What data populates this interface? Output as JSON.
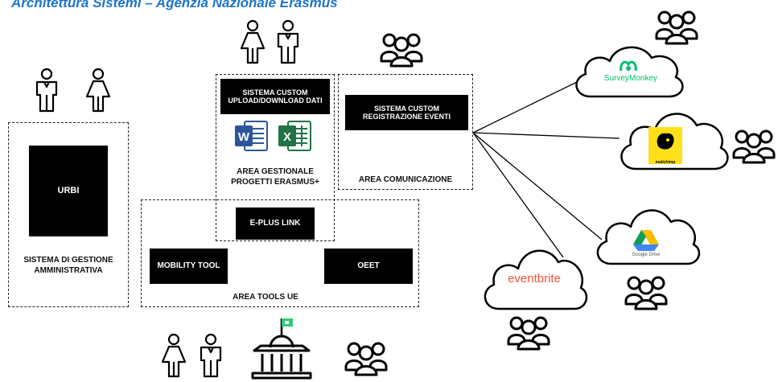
{
  "title": "Architettura Sistemi – Agenzia Nazionale Erasmus",
  "areas": {
    "gestione_amministrativa": "SISTEMA DI GESTIONE AMMINISTRATIVA",
    "gestionale_progetti": "AREA GESTIONALE PROGETTI ERASMUS+",
    "comunicazione": "AREA COMUNICAZIONE",
    "tools_ue": "AREA TOOLS UE"
  },
  "systems": {
    "urbi": "URBI",
    "upload_download": "SISTEMA CUSTOM UPLOAD/DOWNLOAD DATI",
    "registrazione_eventi": "SISTEMA CUSTOM REGISTRAZIONE EVENTI",
    "eplus_link": "E-PLUS LINK",
    "mobility_tool": "MOBILITY TOOL",
    "oeet": "OEET"
  },
  "cloud_services": {
    "surveymonkey": "SurveyMonkey",
    "mailchimp": "mailchimp",
    "google_drive": "Google Drive",
    "eventbrite": "eventbrite"
  },
  "colors": {
    "title": "#1f74c8",
    "word": "#2b579a",
    "excel": "#217346",
    "surveymonkey": "#00bf6f",
    "mailchimp": "#ffe01b",
    "eventbrite": "#f05537",
    "building_flag": "#2ecc71"
  }
}
